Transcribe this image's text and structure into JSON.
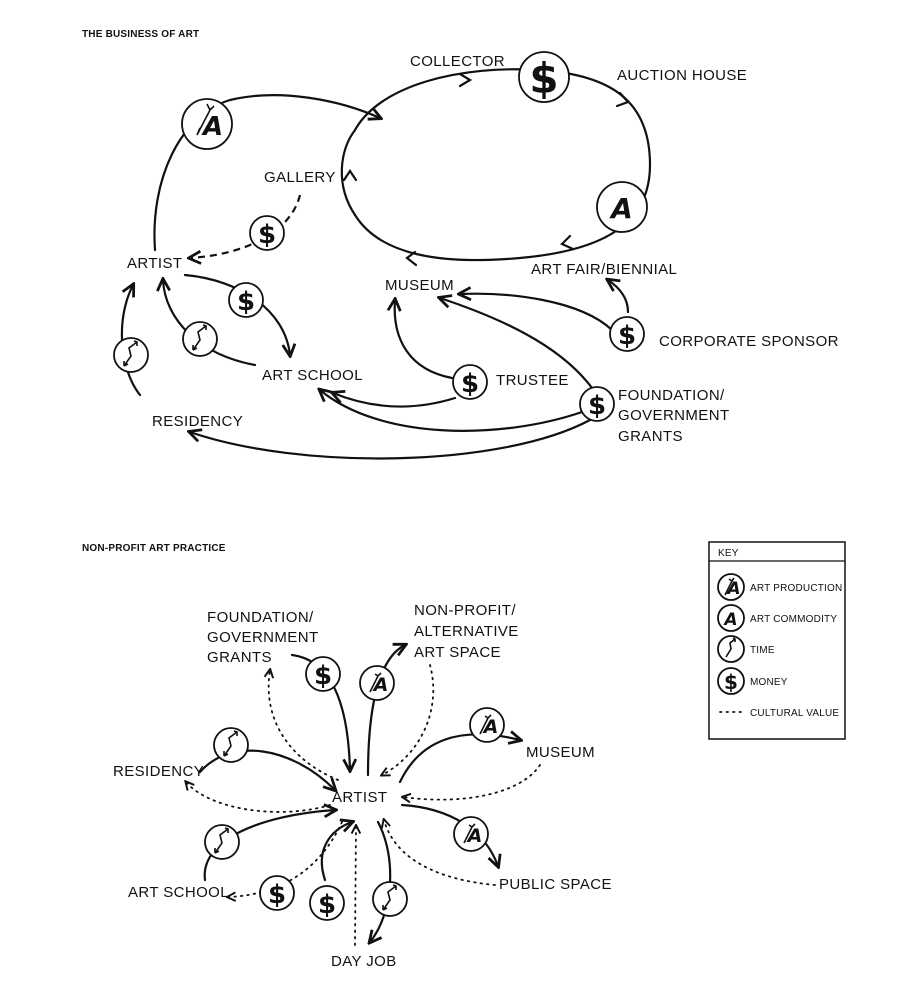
{
  "sections": {
    "business_title": "THE BUSINESS OF ART",
    "nonprofit_title": "NON-PROFIT ART PRACTICE"
  },
  "business": {
    "collector": "COLLECTOR",
    "auction_house": "AUCTION HOUSE",
    "gallery": "GALLERY",
    "artist": "ARTIST",
    "museum": "MUSEUM",
    "art_fair": "ART FAIR/BIENNIAL",
    "corporate_sponsor": "CORPORATE SPONSOR",
    "art_school": "ART SCHOOL",
    "trustee": "TRUSTEE",
    "foundation_line1": "FOUNDATION/",
    "foundation_line2": "GOVERNMENT",
    "foundation_line3": "GRANTS",
    "residency": "RESIDENCY"
  },
  "nonprofit": {
    "foundation_line1": "FOUNDATION/",
    "foundation_line2": "GOVERNMENT",
    "foundation_line3": "GRANTS",
    "nonprofit_line1": "NON-PROFIT/",
    "nonprofit_line2": "ALTERNATIVE",
    "nonprofit_line3": "ART SPACE",
    "residency": "RESIDENCY",
    "artist": "ARTIST",
    "museum": "MUSEUM",
    "art_school": "ART SCHOOL",
    "public_space": "PUBLIC SPACE",
    "day_job": "DAY JOB"
  },
  "key": {
    "title": "KEY",
    "art_production": "ART PRODUCTION",
    "art_commodity": "ART COMMODITY",
    "time": "TIME",
    "money": "MONEY",
    "cultural_value": "CULTURAL VALUE"
  },
  "symbols": {
    "money_glyph": "$",
    "commodity_glyph": "A",
    "production_glyph": "A"
  }
}
